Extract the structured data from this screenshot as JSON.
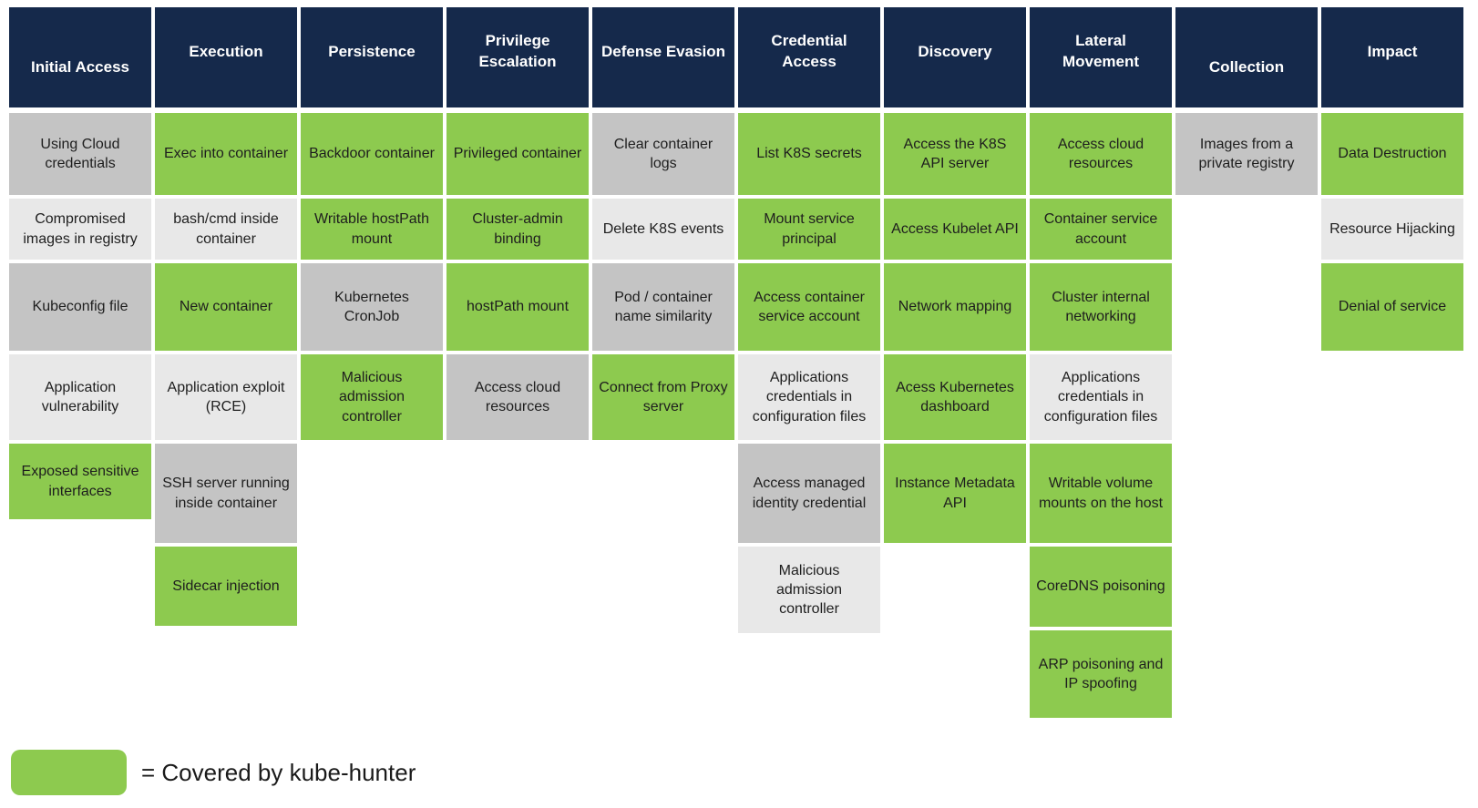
{
  "colors": {
    "header_bg": "#15294B",
    "covered_green": "#8DCA4F",
    "gray_dark": "#C4C4C4",
    "gray_light": "#E8E8E8",
    "header_text": "#FFFFFF",
    "cell_text": "#1E1E1E"
  },
  "legend": {
    "label": "= Covered by kube-hunter",
    "swatch_meaning": "covered"
  },
  "matrix": {
    "columns": [
      {
        "header": "Initial Access",
        "cells": [
          {
            "label": "Using Cloud credentials",
            "tone": "gray-dark"
          },
          {
            "label": "Compromised images in registry",
            "tone": "gray-light"
          },
          {
            "label": "Kubeconfig file",
            "tone": "gray-dark"
          },
          {
            "label": "Application vulnerability",
            "tone": "gray-light"
          },
          {
            "label": "Exposed sensitive interfaces",
            "tone": "covered"
          }
        ]
      },
      {
        "header": "Execution",
        "cells": [
          {
            "label": "Exec into container",
            "tone": "covered"
          },
          {
            "label": "bash/cmd inside container",
            "tone": "gray-light"
          },
          {
            "label": "New container",
            "tone": "covered"
          },
          {
            "label": "Application exploit (RCE)",
            "tone": "gray-light"
          },
          {
            "label": "SSH server running inside container",
            "tone": "gray-dark"
          },
          {
            "label": "Sidecar injection",
            "tone": "covered"
          }
        ]
      },
      {
        "header": "Persistence",
        "cells": [
          {
            "label": "Backdoor container",
            "tone": "covered"
          },
          {
            "label": "Writable hostPath mount",
            "tone": "covered"
          },
          {
            "label": "Kubernetes CronJob",
            "tone": "gray-dark"
          },
          {
            "label": "Malicious admission controller",
            "tone": "covered"
          }
        ]
      },
      {
        "header": "Privilege Escalation",
        "cells": [
          {
            "label": "Privileged container",
            "tone": "covered"
          },
          {
            "label": "Cluster-admin binding",
            "tone": "covered"
          },
          {
            "label": "hostPath mount",
            "tone": "covered"
          },
          {
            "label": "Access cloud resources",
            "tone": "gray-dark"
          }
        ]
      },
      {
        "header": "Defense Evasion",
        "cells": [
          {
            "label": "Clear container logs",
            "tone": "gray-dark"
          },
          {
            "label": "Delete K8S events",
            "tone": "gray-light"
          },
          {
            "label": "Pod / container name similarity",
            "tone": "gray-dark"
          },
          {
            "label": "Connect from Proxy server",
            "tone": "covered"
          }
        ]
      },
      {
        "header": "Credential Access",
        "cells": [
          {
            "label": "List K8S secrets",
            "tone": "covered"
          },
          {
            "label": "Mount service principal",
            "tone": "covered"
          },
          {
            "label": "Access container service account",
            "tone": "covered"
          },
          {
            "label": "Applications credentials in configuration files",
            "tone": "gray-light"
          },
          {
            "label": "Access managed identity credential",
            "tone": "gray-dark"
          },
          {
            "label": "Malicious admission controller",
            "tone": "gray-light"
          }
        ]
      },
      {
        "header": "Discovery",
        "cells": [
          {
            "label": "Access the K8S API server",
            "tone": "covered"
          },
          {
            "label": "Access Kubelet API",
            "tone": "covered"
          },
          {
            "label": "Network mapping",
            "tone": "covered"
          },
          {
            "label": "Acess Kubernetes dashboard",
            "tone": "covered"
          },
          {
            "label": "Instance Metadata API",
            "tone": "covered"
          }
        ]
      },
      {
        "header": "Lateral Movement",
        "cells": [
          {
            "label": "Access cloud resources",
            "tone": "covered"
          },
          {
            "label": "Container service account",
            "tone": "covered"
          },
          {
            "label": "Cluster internal networking",
            "tone": "covered"
          },
          {
            "label": "Applications credentials in configuration files",
            "tone": "gray-light"
          },
          {
            "label": "Writable volume mounts on the host",
            "tone": "covered"
          },
          {
            "label": "CoreDNS poisoning",
            "tone": "covered"
          },
          {
            "label": "ARP poisoning and IP spoofing",
            "tone": "covered"
          }
        ]
      },
      {
        "header": "Collection",
        "cells": [
          {
            "label": "Images from a private registry",
            "tone": "gray-dark"
          }
        ]
      },
      {
        "header": "Impact",
        "cells": [
          {
            "label": "Data Destruction",
            "tone": "covered"
          },
          {
            "label": "Resource Hijacking",
            "tone": "gray-light"
          },
          {
            "label": "Denial of service",
            "tone": "covered"
          }
        ]
      }
    ]
  }
}
